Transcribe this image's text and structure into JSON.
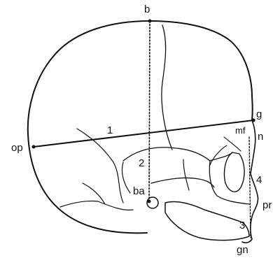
{
  "diagram": {
    "landmarks": {
      "b": "b",
      "g": "g",
      "op": "op",
      "n": "n",
      "mf": "mf",
      "ba": "ba",
      "pr": "pr",
      "gn": "gn"
    },
    "measurements": {
      "m1": "1",
      "m2": "2",
      "m3": "3",
      "m4": "4"
    },
    "colors": {
      "ink": "#111111",
      "background": "#ffffff"
    }
  }
}
